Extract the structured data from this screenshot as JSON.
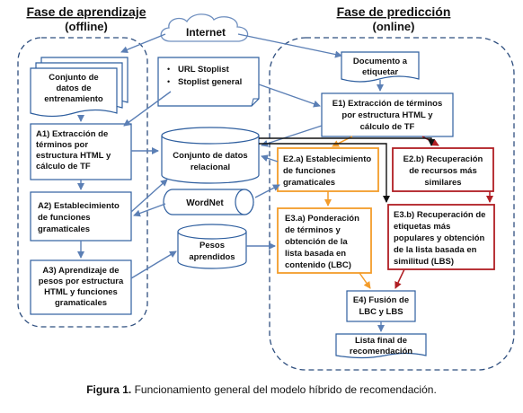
{
  "left_phase": {
    "title": "Fase de aprendizaje",
    "subtitle": "(offline)"
  },
  "right_phase": {
    "title": "Fase de predicción",
    "subtitle": "(online)"
  },
  "internet": {
    "label": "Internet"
  },
  "training": {
    "lines": [
      "Conjunto de",
      "datos de",
      "entrenamiento"
    ]
  },
  "stoplist": {
    "items": [
      "URL Stoplist",
      "Stoplist general"
    ]
  },
  "a1": {
    "lines": [
      "A1) Extracción de",
      "términos por",
      "estructura HTML y",
      "cálculo de TF"
    ]
  },
  "a2": {
    "lines": [
      "A2) Establecimiento",
      "de funciones",
      "gramaticales"
    ]
  },
  "a3": {
    "lines": [
      "A3) Aprendizaje de",
      "pesos por estructura",
      "HTML y funciones",
      "gramaticales"
    ]
  },
  "relational_db": {
    "lines": [
      "Conjunto de datos",
      "relacional"
    ]
  },
  "wordnet": {
    "label": "WordNet"
  },
  "weights_db": {
    "lines": [
      "Pesos",
      "aprendidos"
    ]
  },
  "document": {
    "lines": [
      "Documento a",
      "etiquetar"
    ]
  },
  "e1": {
    "lines": [
      "E1) Extracción de términos",
      "por estructura HTML y",
      "cálculo de TF"
    ]
  },
  "e2a": {
    "lines": [
      "E2.a) Establecimiento",
      "de funciones",
      "gramaticales"
    ]
  },
  "e2b": {
    "lines": [
      "E2.b) Recuperación",
      "de recursos más",
      "similares"
    ]
  },
  "e3a": {
    "lines": [
      "E3.a) Ponderación",
      "de términos y",
      "obtención de la",
      "lista basada en",
      "contenido (LBC)"
    ]
  },
  "e3b": {
    "lines": [
      "E3.b) Recuperación de",
      "etiquetas más",
      "populares y obtención",
      "de la lista basada en",
      "similitud (LBS)"
    ]
  },
  "e4": {
    "lines": [
      "E4) Fusión de",
      "LBC y LBS"
    ]
  },
  "final": {
    "lines": [
      "Lista final de",
      "recomendación"
    ]
  },
  "caption": {
    "label": "Figura 1.",
    "text": " Funcionamiento general del modelo híbrido de recomendación."
  },
  "colors": {
    "blue": "#4a6fa5",
    "orange": "#f39c2a",
    "red": "#b01e23",
    "black": "#111111"
  }
}
